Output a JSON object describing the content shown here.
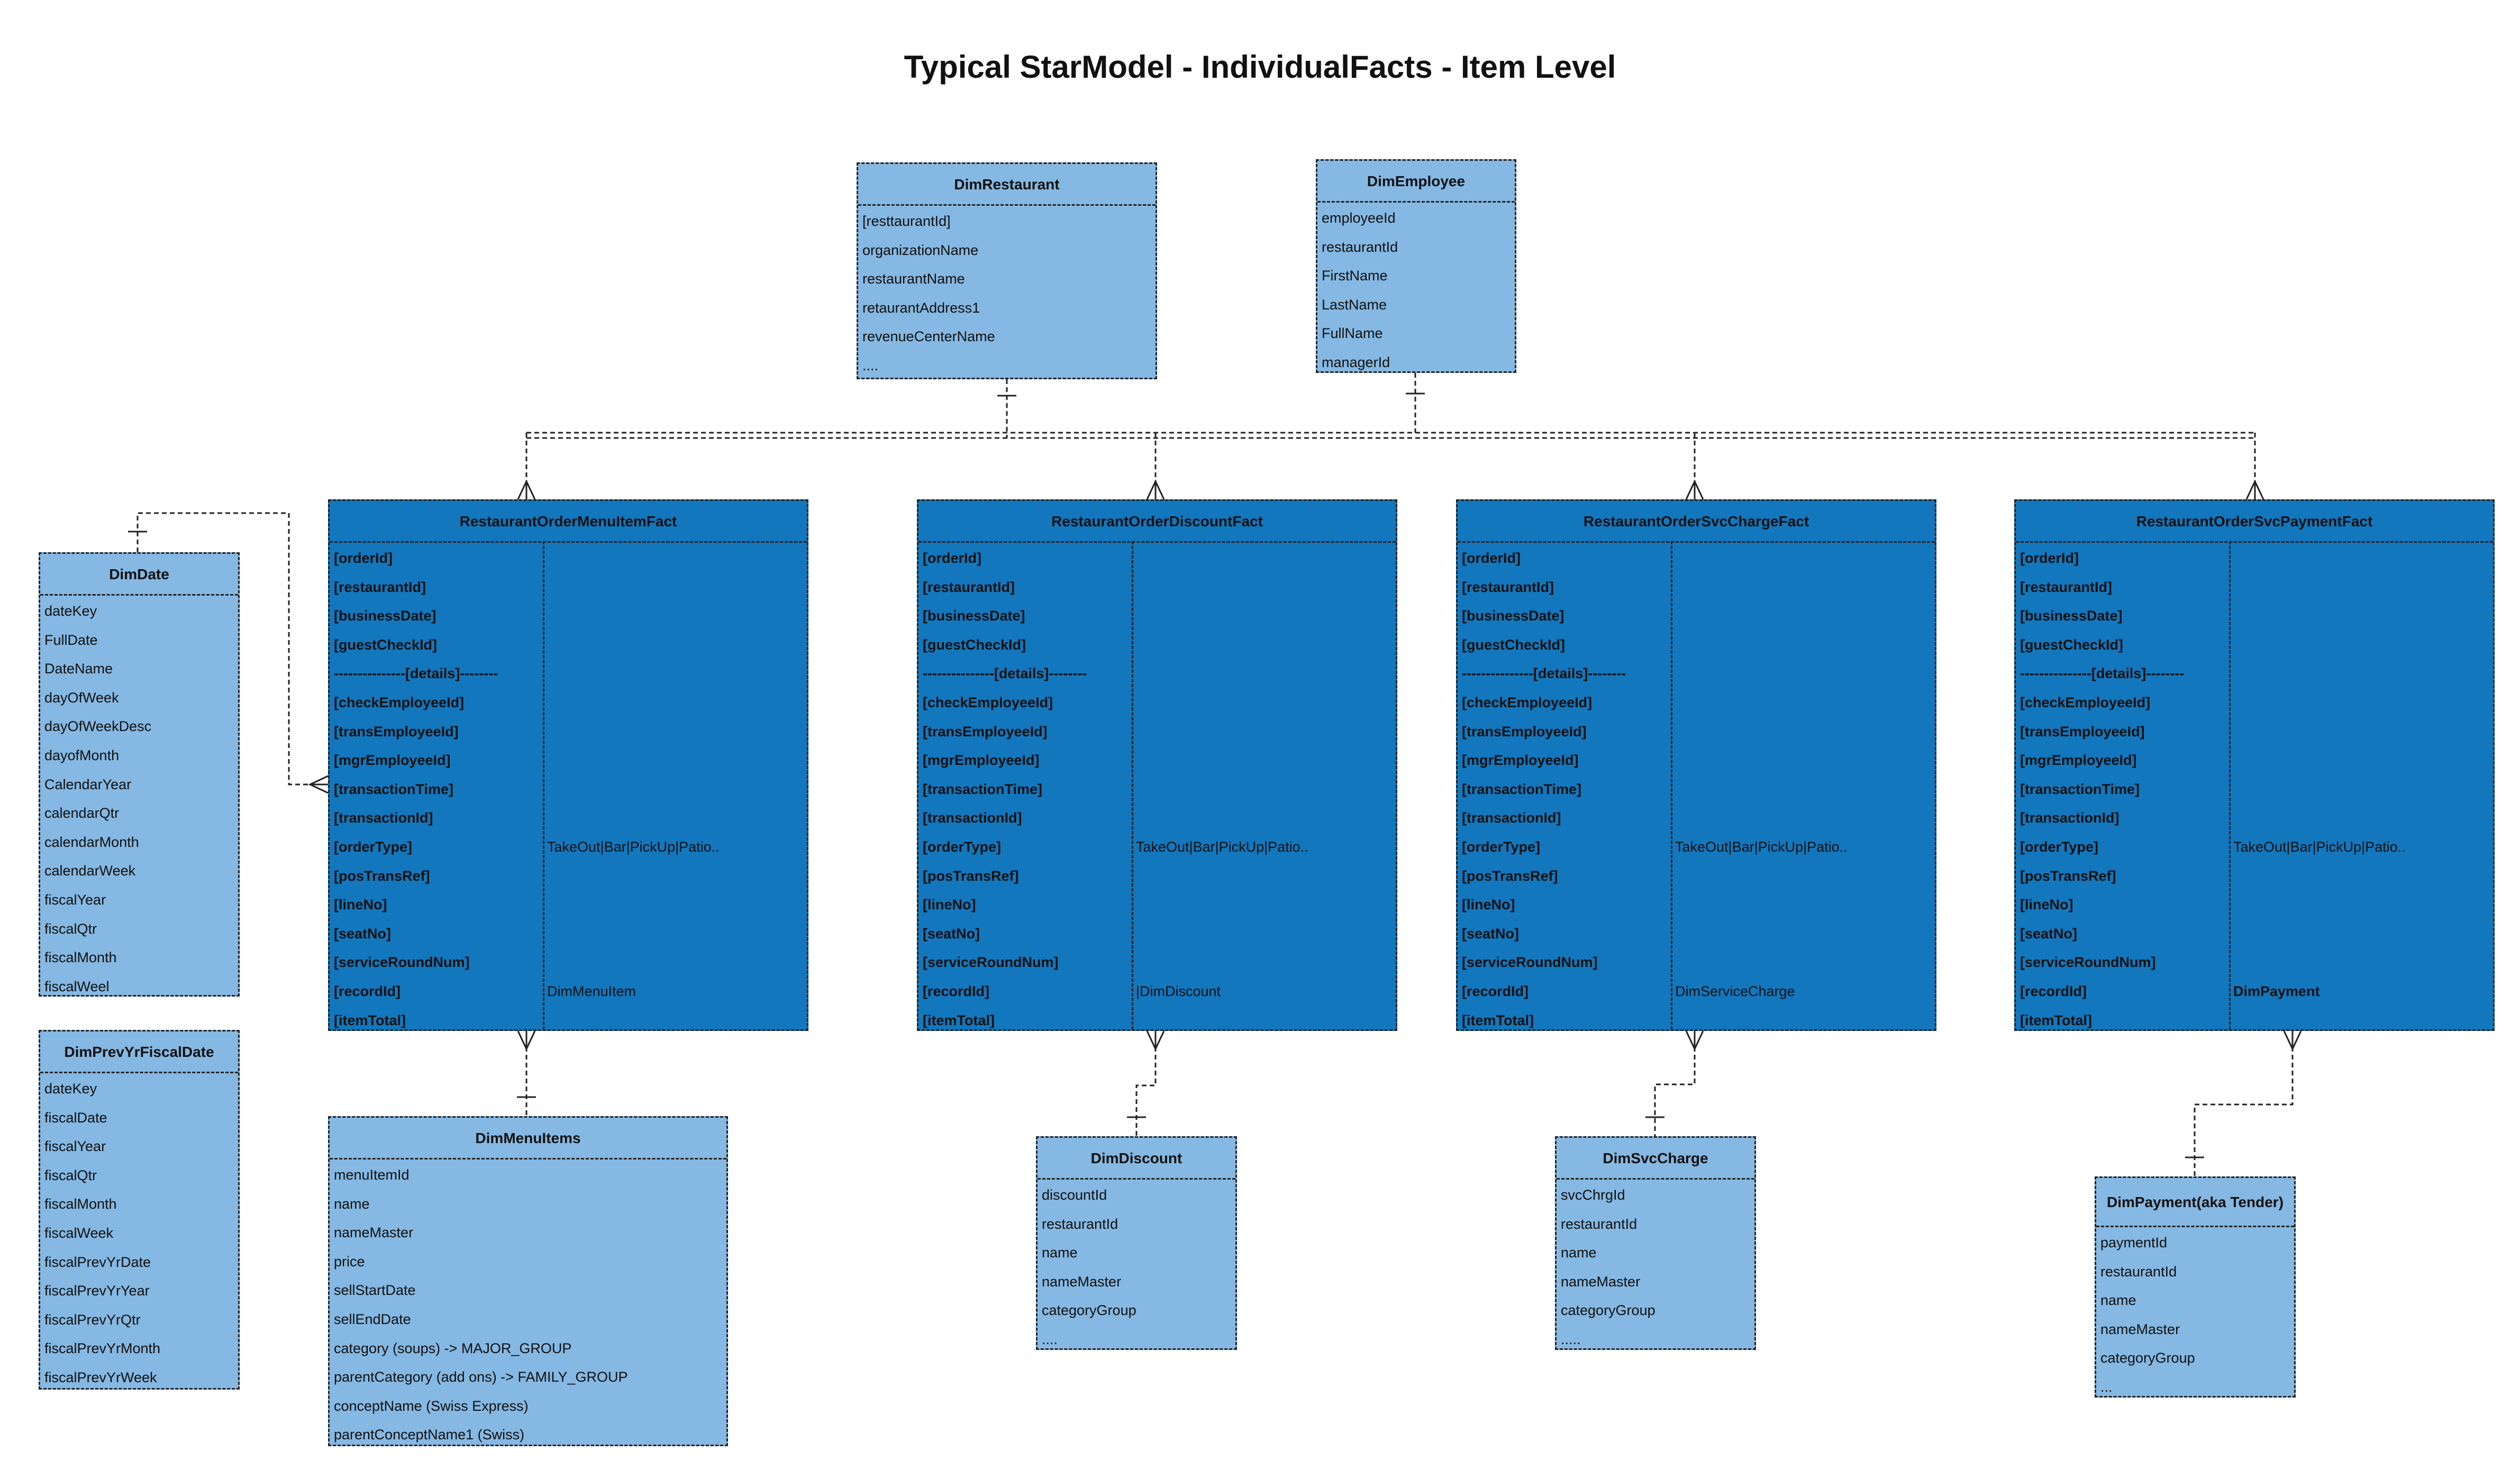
{
  "title": "Typical StarModel - IndividualFacts - Item Level",
  "colors": {
    "dim_fill": "#85b8e2",
    "fact_fill": "#1277bd",
    "border": "#222222"
  },
  "entities": {
    "dim_restaurant": {
      "name": "DimRestaurant",
      "rows": [
        [
          "[resttaurantId]"
        ],
        [
          "organizationName"
        ],
        [
          "restaurantName"
        ],
        [
          "retaurantAddress1"
        ],
        [
          "revenueCenterName"
        ],
        [
          "...."
        ]
      ]
    },
    "dim_employee": {
      "name": "DimEmployee",
      "rows": [
        [
          "employeeId"
        ],
        [
          "restaurantId"
        ],
        [
          "FirstName"
        ],
        [
          "LastName"
        ],
        [
          "FullName"
        ],
        [
          "managerId"
        ]
      ]
    },
    "dim_date": {
      "name": "DimDate",
      "rows": [
        [
          "dateKey"
        ],
        [
          "FullDate"
        ],
        [
          "DateName"
        ],
        [
          "dayOfWeek"
        ],
        [
          "dayOfWeekDesc"
        ],
        [
          "dayofMonth"
        ],
        [
          "CalendarYear"
        ],
        [
          "calendarQtr"
        ],
        [
          "calendarMonth"
        ],
        [
          "calendarWeek"
        ],
        [
          "fiscalYear"
        ],
        [
          "fiscalQtr"
        ],
        [
          "fiscalMonth"
        ],
        [
          "fiscalWeel"
        ]
      ]
    },
    "dim_prev_yr_fiscal_date": {
      "name": "DimPrevYrFiscalDate",
      "rows": [
        [
          "dateKey"
        ],
        [
          "fiscalDate"
        ],
        [
          "fiscalYear"
        ],
        [
          "fiscalQtr"
        ],
        [
          "fiscalMonth"
        ],
        [
          "fiscalWeek"
        ],
        [
          "fiscalPrevYrDate"
        ],
        [
          "fiscalPrevYrYear"
        ],
        [
          "fiscalPrevYrQtr"
        ],
        [
          "fiscalPrevYrMonth"
        ],
        [
          "fiscalPrevYrWeek"
        ]
      ]
    },
    "fact_menu_item": {
      "name": "RestaurantOrderMenuItemFact",
      "rows": [
        [
          "[orderId]",
          ""
        ],
        [
          "[restaurantId]",
          ""
        ],
        [
          "[businessDate]",
          ""
        ],
        [
          "[guestCheckId]",
          ""
        ],
        [
          "---------------[details]--------",
          ""
        ],
        [
          "[checkEmployeeId]",
          ""
        ],
        [
          "[transEmployeeId]",
          ""
        ],
        [
          "[mgrEmployeeId]",
          ""
        ],
        [
          "[transactionTime]",
          ""
        ],
        [
          "[transactionId]",
          ""
        ],
        [
          "[orderType]",
          "TakeOut|Bar|PickUp|Patio.."
        ],
        [
          "[posTransRef]",
          ""
        ],
        [
          "[lineNo]",
          ""
        ],
        [
          "[seatNo]",
          ""
        ],
        [
          "[serviceRoundNum]",
          ""
        ],
        [
          "[recordId]",
          "DimMenuItem"
        ],
        [
          "[itemTotal]",
          ""
        ]
      ]
    },
    "fact_discount": {
      "name": "RestaurantOrderDiscountFact",
      "rows": [
        [
          "[orderId]",
          ""
        ],
        [
          "[restaurantId]",
          ""
        ],
        [
          "[businessDate]",
          ""
        ],
        [
          "[guestCheckId]",
          ""
        ],
        [
          "---------------[details]--------",
          ""
        ],
        [
          "[checkEmployeeId]",
          ""
        ],
        [
          "[transEmployeeId]",
          ""
        ],
        [
          "[mgrEmployeeId]",
          ""
        ],
        [
          "[transactionTime]",
          ""
        ],
        [
          "[transactionId]",
          ""
        ],
        [
          "[orderType]",
          "TakeOut|Bar|PickUp|Patio.."
        ],
        [
          "[posTransRef]",
          ""
        ],
        [
          "[lineNo]",
          ""
        ],
        [
          "[seatNo]",
          ""
        ],
        [
          "[serviceRoundNum]",
          ""
        ],
        [
          "[recordId]",
          "|DimDiscount"
        ],
        [
          "[itemTotal]",
          ""
        ]
      ]
    },
    "fact_svc_charge": {
      "name": "RestaurantOrderSvcChargeFact",
      "rows": [
        [
          "[orderId]",
          ""
        ],
        [
          "[restaurantId]",
          ""
        ],
        [
          "[businessDate]",
          ""
        ],
        [
          "[guestCheckId]",
          ""
        ],
        [
          "---------------[details]--------",
          ""
        ],
        [
          "[checkEmployeeId]",
          ""
        ],
        [
          "[transEmployeeId]",
          ""
        ],
        [
          "[mgrEmployeeId]",
          ""
        ],
        [
          "[transactionTime]",
          ""
        ],
        [
          "[transactionId]",
          ""
        ],
        [
          "[orderType]",
          "TakeOut|Bar|PickUp|Patio.."
        ],
        [
          "[posTransRef]",
          ""
        ],
        [
          "[lineNo]",
          ""
        ],
        [
          "[seatNo]",
          ""
        ],
        [
          "[serviceRoundNum]",
          ""
        ],
        [
          "[recordId]",
          "DimServiceCharge"
        ],
        [
          "[itemTotal]",
          ""
        ]
      ]
    },
    "fact_svc_payment": {
      "name": "RestaurantOrderSvcPaymentFact",
      "rows": [
        [
          "[orderId]",
          ""
        ],
        [
          "[restaurantId]",
          ""
        ],
        [
          "[businessDate]",
          ""
        ],
        [
          "[guestCheckId]",
          ""
        ],
        [
          "---------------[details]--------",
          ""
        ],
        [
          "[checkEmployeeId]",
          ""
        ],
        [
          "[transEmployeeId]",
          ""
        ],
        [
          "[mgrEmployeeId]",
          ""
        ],
        [
          "[transactionTime]",
          ""
        ],
        [
          "[transactionId]",
          ""
        ],
        [
          "[orderType]",
          "TakeOut|Bar|PickUp|Patio.."
        ],
        [
          "[posTransRef]",
          ""
        ],
        [
          "[lineNo]",
          ""
        ],
        [
          "[seatNo]",
          ""
        ],
        [
          "[serviceRoundNum]",
          ""
        ],
        [
          "[recordId]",
          "DimPayment"
        ],
        [
          "[itemTotal]",
          ""
        ]
      ]
    },
    "dim_menu_items": {
      "name": "DimMenuItems",
      "rows": [
        [
          "menuItemId"
        ],
        [
          "name"
        ],
        [
          "nameMaster"
        ],
        [
          "price"
        ],
        [
          "sellStartDate"
        ],
        [
          "sellEndDate"
        ],
        [
          "category   (soups)  -> MAJOR_GROUP"
        ],
        [
          "parentCategory    (add ons) -> FAMILY_GROUP"
        ],
        [
          "conceptName      (Swiss Express)"
        ],
        [
          "parentConceptName1     (Swiss)"
        ]
      ]
    },
    "dim_discount": {
      "name": "DimDiscount",
      "rows": [
        [
          "discountId"
        ],
        [
          "restaurantId"
        ],
        [
          "name"
        ],
        [
          "nameMaster"
        ],
        [
          "categoryGroup"
        ],
        [
          "...."
        ]
      ]
    },
    "dim_svc_charge": {
      "name": "DimSvcCharge",
      "rows": [
        [
          "svcChrgId"
        ],
        [
          "restaurantId"
        ],
        [
          "name"
        ],
        [
          "nameMaster"
        ],
        [
          "categoryGroup"
        ],
        [
          "....."
        ]
      ]
    },
    "dim_payment": {
      "name": "DimPayment(aka Tender)",
      "rows": [
        [
          "paymentId"
        ],
        [
          "restaurantId"
        ],
        [
          "name"
        ],
        [
          "nameMaster"
        ],
        [
          "categoryGroup"
        ],
        [
          "..."
        ]
      ]
    }
  }
}
